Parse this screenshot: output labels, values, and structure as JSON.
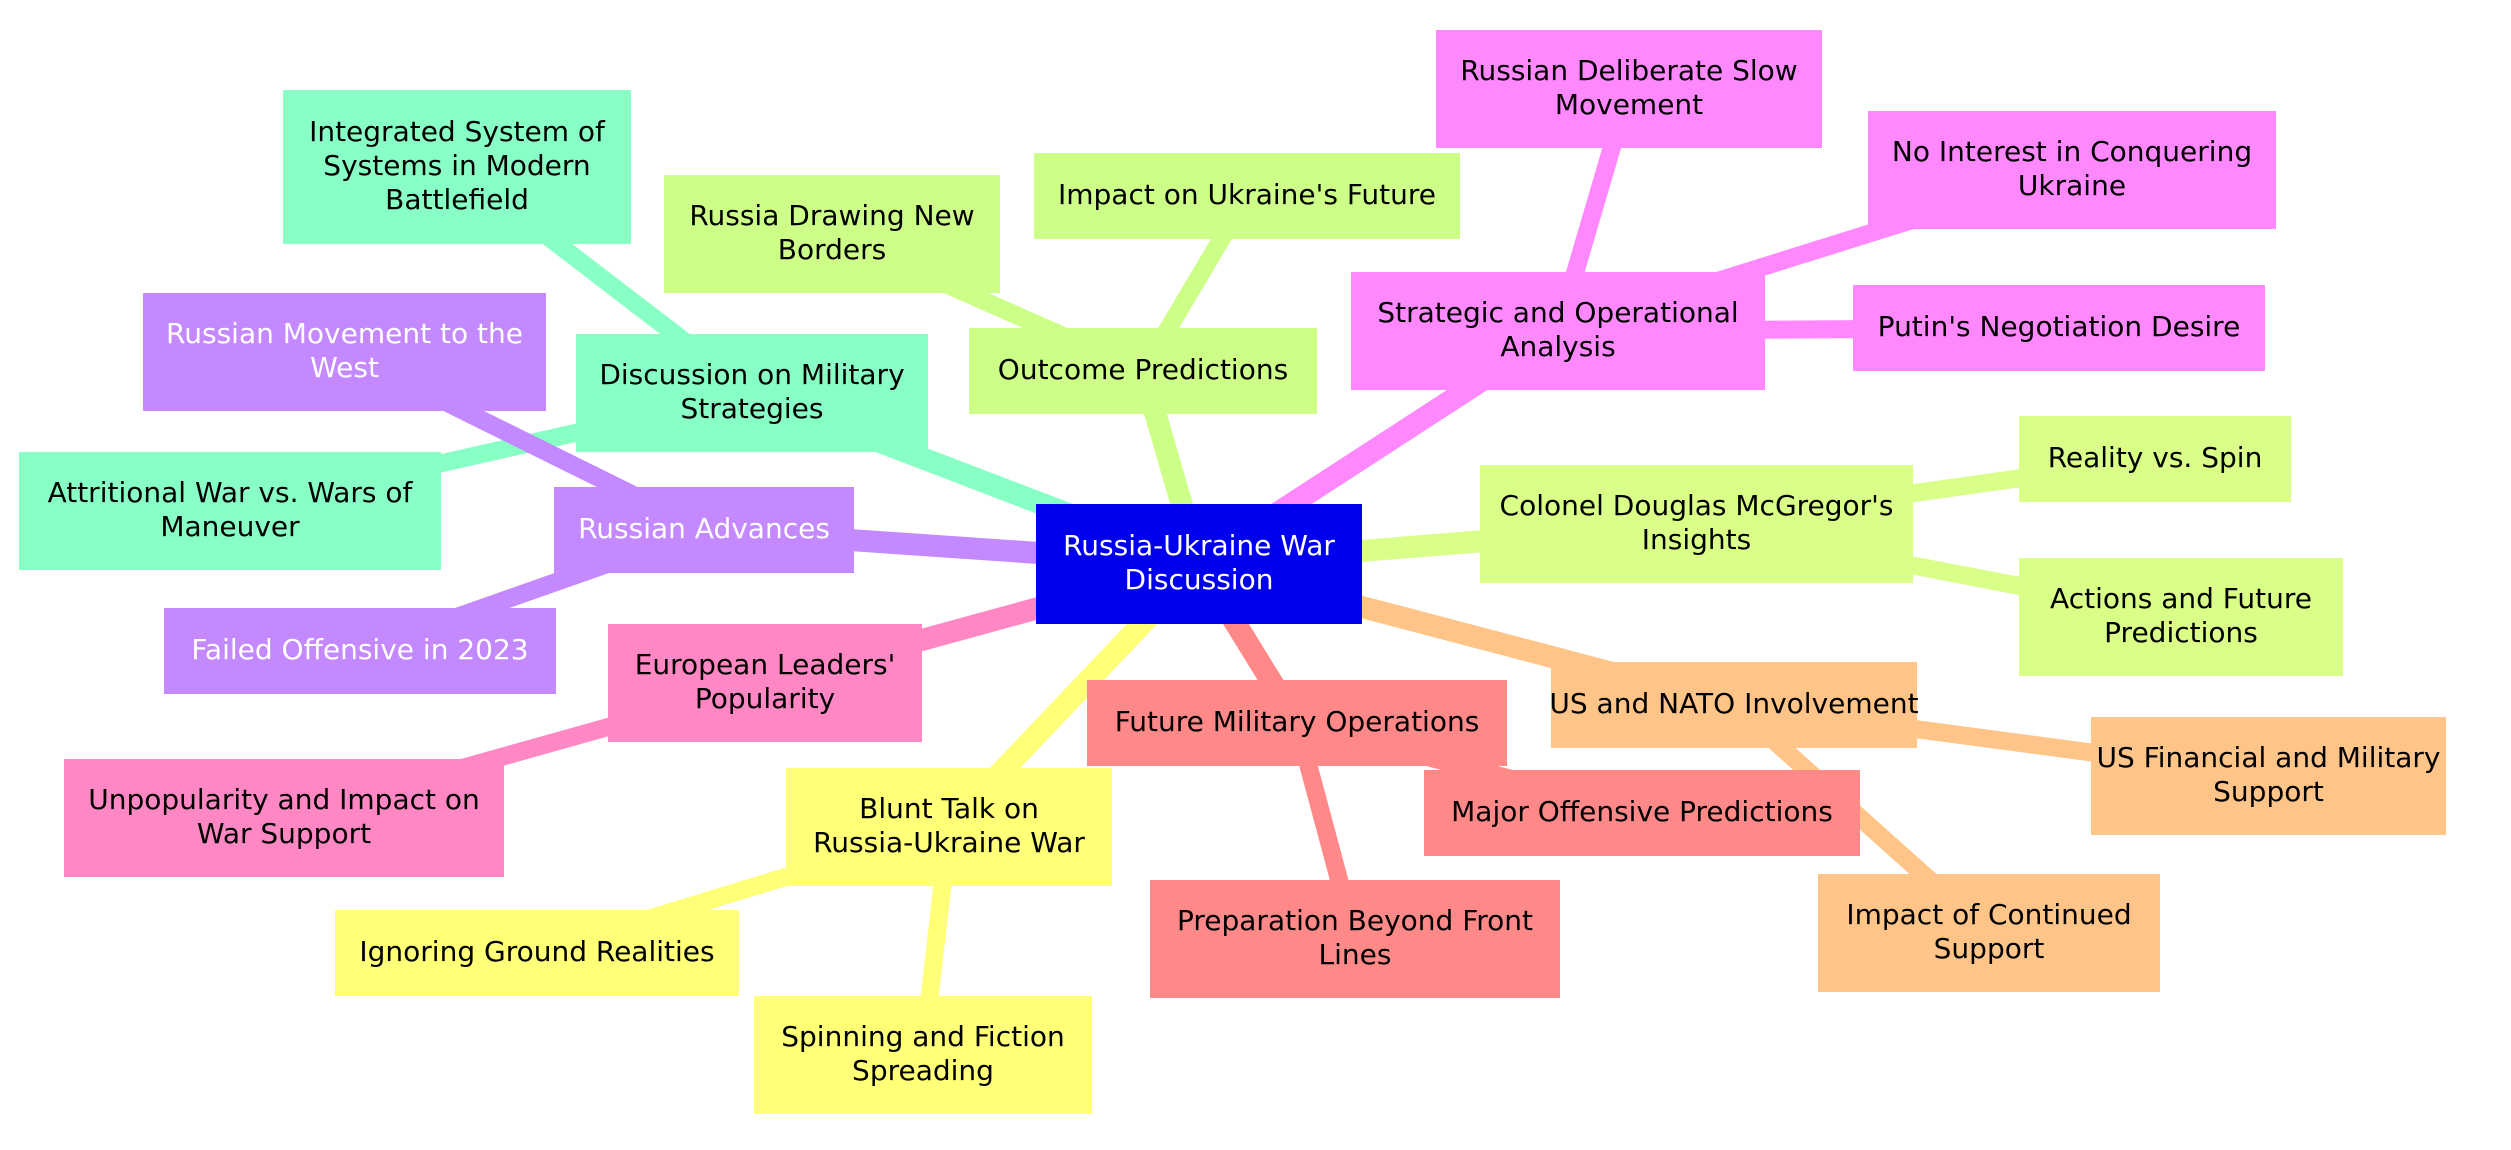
{
  "root": {
    "id": "root",
    "label_lines": [
      "Russia-Ukraine War",
      "Discussion"
    ],
    "color": "#0000ee",
    "text_color": "#ffffff"
  },
  "branches": [
    {
      "id": "military-strategies",
      "label_lines": [
        "Discussion on Military",
        "Strategies"
      ],
      "color": "#88ffc4",
      "text_color": "#000000",
      "children": [
        {
          "id": "integrated-systems",
          "label_lines": [
            "Integrated System of",
            "Systems in Modern",
            "Battlefield"
          ]
        },
        {
          "id": "attritional-war",
          "label_lines": [
            "Attritional War vs. Wars of",
            "Maneuver"
          ]
        }
      ]
    },
    {
      "id": "outcome-predictions",
      "label_lines": [
        "Outcome Predictions"
      ],
      "color": "#cdff88",
      "text_color": "#000000",
      "children": [
        {
          "id": "new-borders",
          "label_lines": [
            "Russia Drawing New",
            "Borders"
          ]
        },
        {
          "id": "ukraine-future",
          "label_lines": [
            "Impact on Ukraine's Future"
          ]
        }
      ]
    },
    {
      "id": "strategic-analysis",
      "label_lines": [
        "Strategic and Operational",
        "Analysis"
      ],
      "color": "#ff88ff",
      "text_color": "#000000",
      "children": [
        {
          "id": "slow-movement",
          "label_lines": [
            "Russian Deliberate Slow",
            "Movement"
          ]
        },
        {
          "id": "no-conquest",
          "label_lines": [
            "No Interest in Conquering",
            "Ukraine"
          ]
        },
        {
          "id": "putin-negotiation",
          "label_lines": [
            "Putin's Negotiation Desire"
          ]
        }
      ]
    },
    {
      "id": "mcgregor-insights",
      "label_lines": [
        "Colonel Douglas McGregor's",
        "Insights"
      ],
      "color": "#d9ff88",
      "text_color": "#000000",
      "children": [
        {
          "id": "reality-spin",
          "label_lines": [
            "Reality vs. Spin"
          ]
        },
        {
          "id": "actions-predictions",
          "label_lines": [
            "Actions and Future",
            "Predictions"
          ]
        }
      ]
    },
    {
      "id": "us-nato",
      "label_lines": [
        "US and NATO Involvement"
      ],
      "color": "#ffc488",
      "text_color": "#000000",
      "children": [
        {
          "id": "us-support",
          "label_lines": [
            "US Financial and Military",
            "Support"
          ]
        },
        {
          "id": "continued-support",
          "label_lines": [
            "Impact of Continued",
            "Support"
          ]
        }
      ]
    },
    {
      "id": "future-operations",
      "label_lines": [
        "Future Military Operations"
      ],
      "color": "#ff8888",
      "text_color": "#000000",
      "children": [
        {
          "id": "major-offensive",
          "label_lines": [
            "Major Offensive Predictions"
          ]
        },
        {
          "id": "beyond-front",
          "label_lines": [
            "Preparation Beyond Front",
            "Lines"
          ]
        }
      ]
    },
    {
      "id": "blunt-talk",
      "label_lines": [
        "Blunt Talk on",
        "Russia-Ukraine War"
      ],
      "color": "#ffff78",
      "text_color": "#000000",
      "children": [
        {
          "id": "ground-realities",
          "label_lines": [
            "Ignoring Ground Realities"
          ]
        },
        {
          "id": "fiction-spreading",
          "label_lines": [
            "Spinning and Fiction",
            "Spreading"
          ]
        }
      ]
    },
    {
      "id": "european-leaders",
      "label_lines": [
        "European Leaders'",
        "Popularity"
      ],
      "color": "#ff88c4",
      "text_color": "#000000",
      "children": [
        {
          "id": "unpopularity",
          "label_lines": [
            "Unpopularity and Impact on",
            "War Support"
          ]
        }
      ]
    },
    {
      "id": "russian-advances",
      "label_lines": [
        "Russian Advances"
      ],
      "color": "#c488ff",
      "text_color": "#ffffff",
      "children": [
        {
          "id": "movement-west",
          "label_lines": [
            "Russian Movement to the",
            "West"
          ]
        },
        {
          "id": "failed-offensive",
          "label_lines": [
            "Failed Offensive in 2023"
          ]
        }
      ]
    }
  ]
}
